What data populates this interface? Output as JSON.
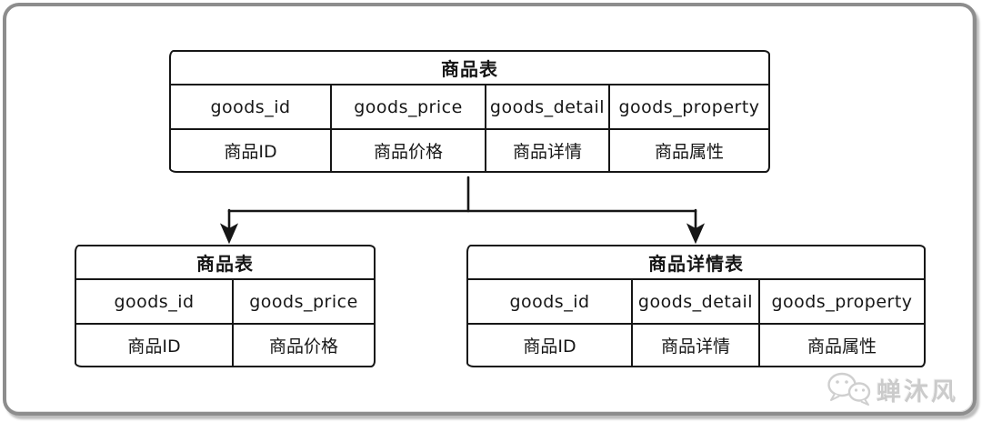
{
  "diagram": {
    "tables": {
      "parent": {
        "title": "商品表",
        "fields": [
          "goods_id",
          "goods_price",
          "goods_detail",
          "goods_property"
        ],
        "field_labels": [
          "商品ID",
          "商品价格",
          "商品详情",
          "商品属性"
        ]
      },
      "child_left": {
        "title": "商品表",
        "fields": [
          "goods_id",
          "goods_price"
        ],
        "field_labels": [
          "商品ID",
          "商品价格"
        ]
      },
      "child_right": {
        "title": "商品详情表",
        "fields": [
          "goods_id",
          "goods_detail",
          "goods_property"
        ],
        "field_labels": [
          "商品ID",
          "商品详情",
          "商品属性"
        ]
      }
    }
  },
  "watermark": {
    "icon": "wechat-icon",
    "text": "蝉沐风"
  },
  "colors": {
    "line": "#161616",
    "table_border": "#161616",
    "frame": "#8d8d8d",
    "watermark": "#cbcbcb",
    "background": "#ffffff"
  }
}
